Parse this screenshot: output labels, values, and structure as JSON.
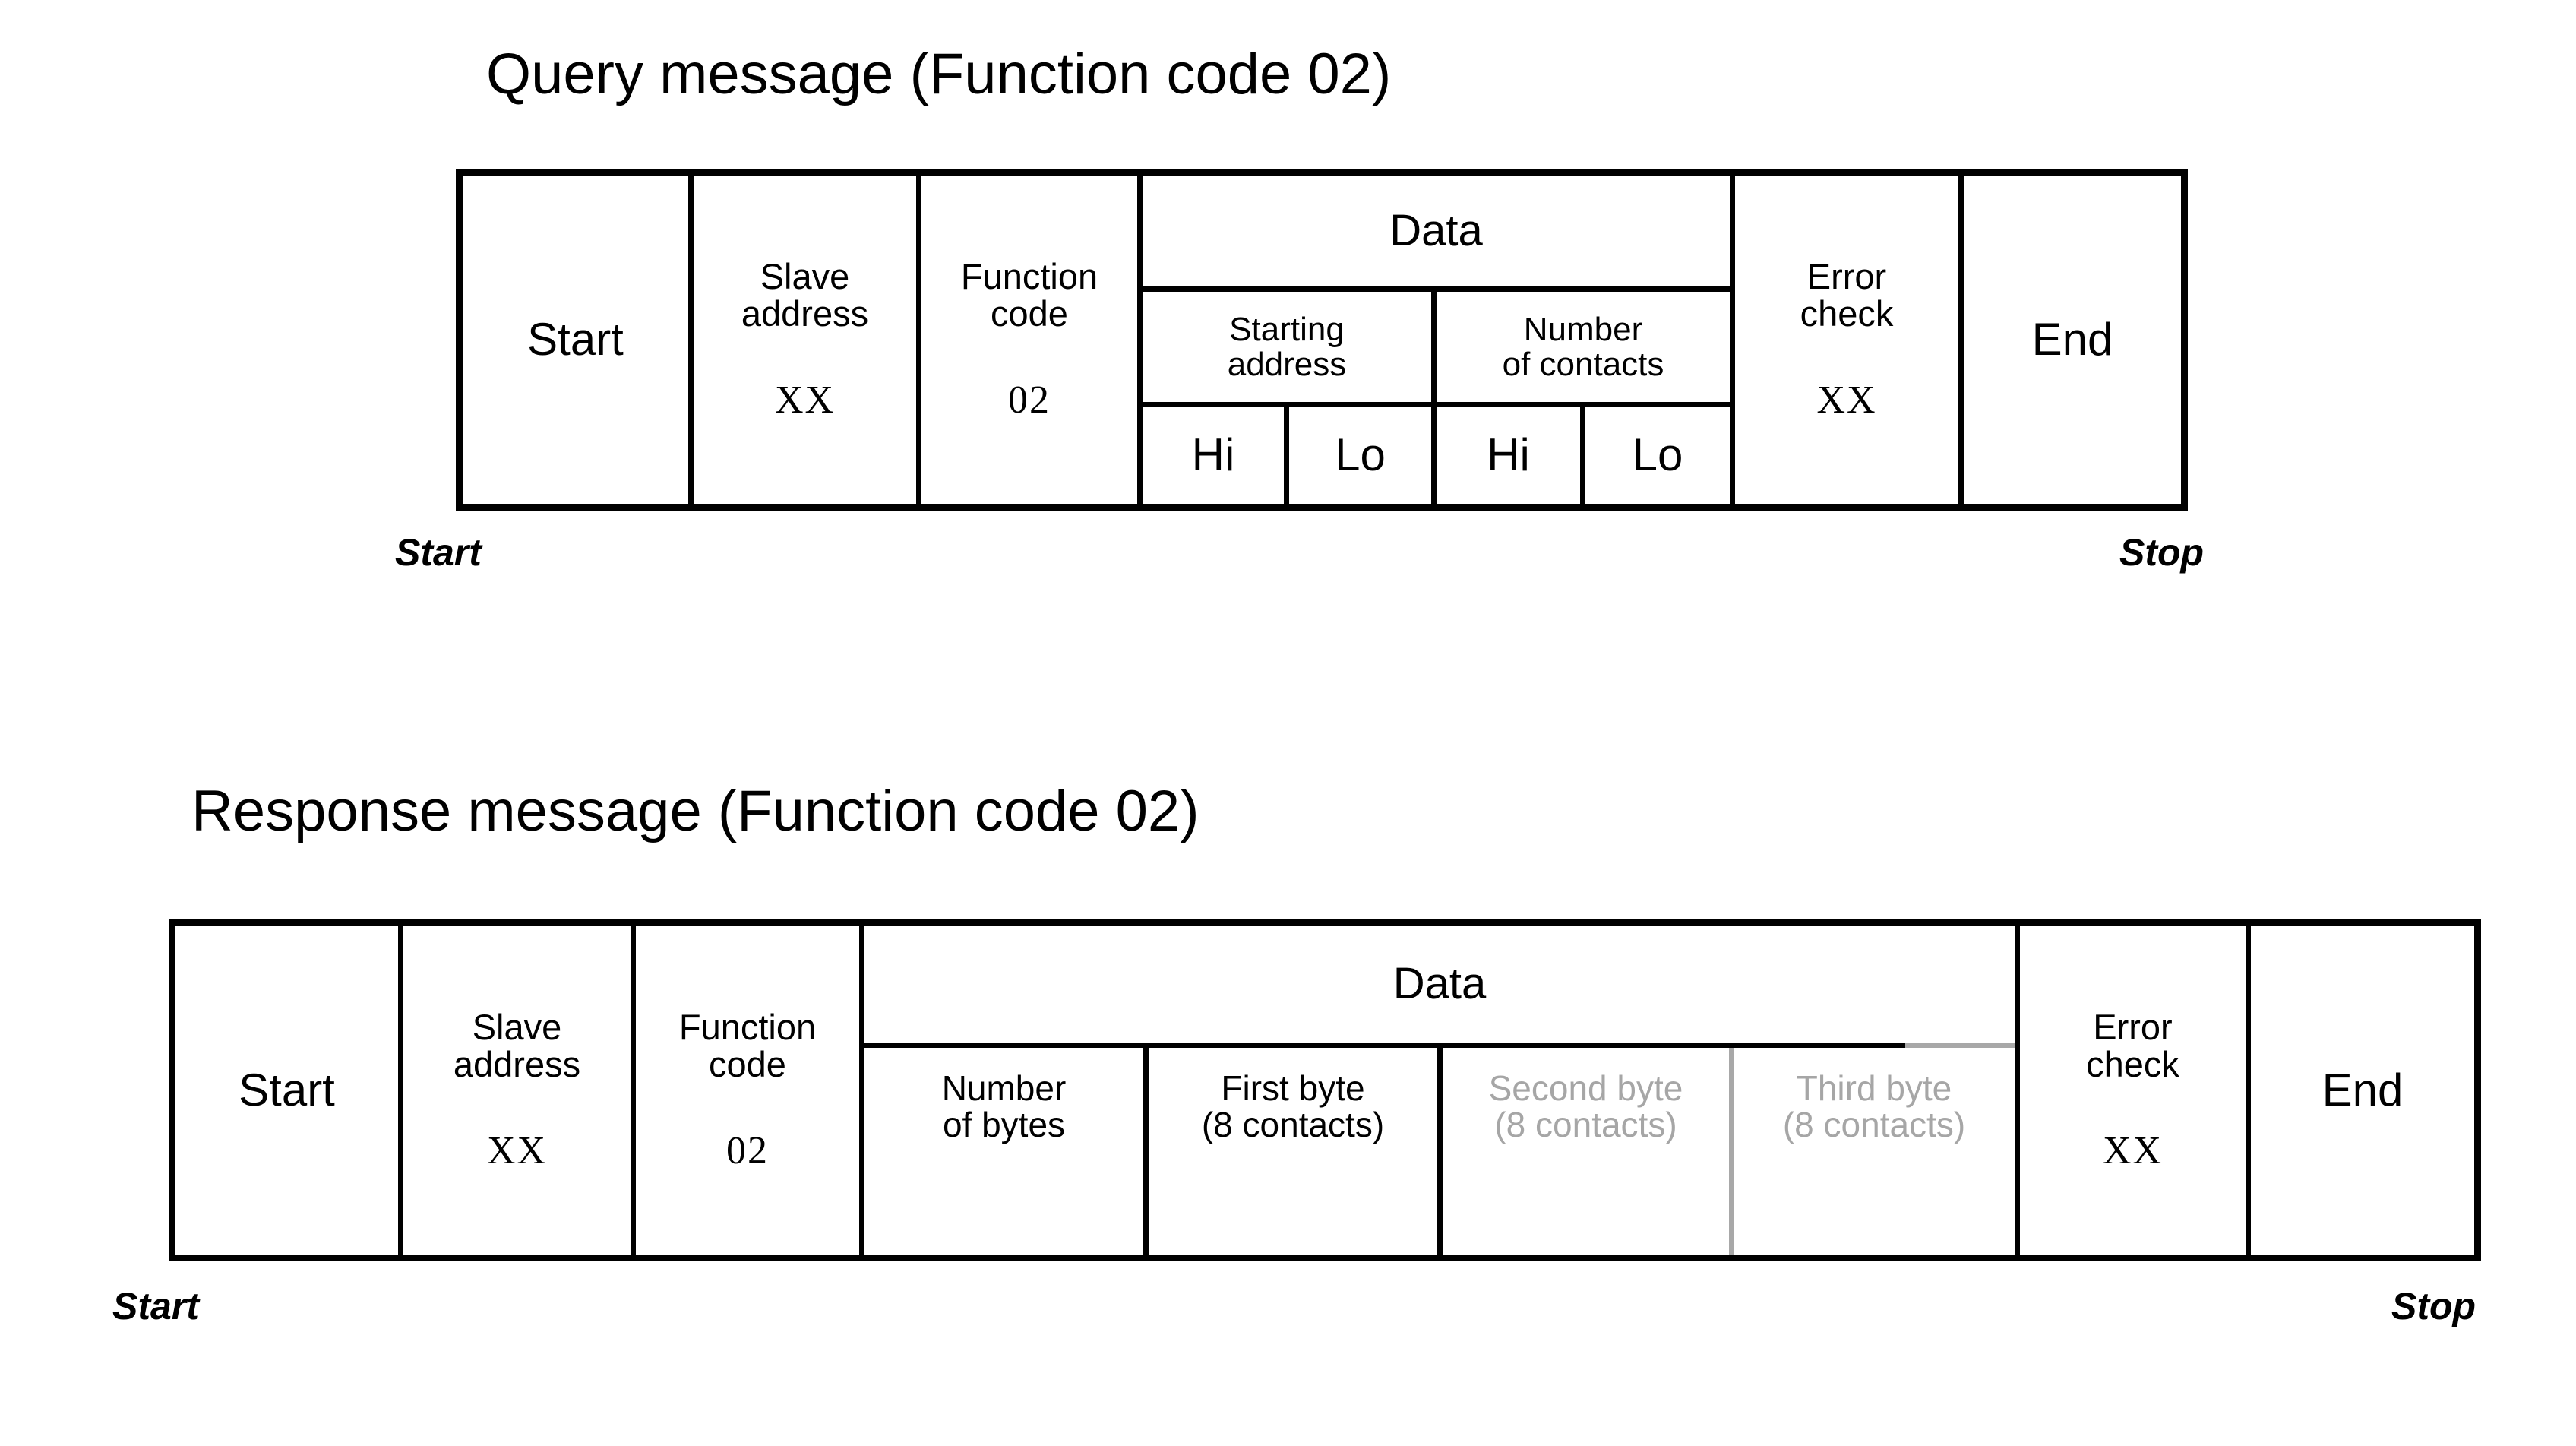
{
  "page": {
    "background": "#ffffff",
    "ink": "#000000",
    "muted_ink": "#a6a6a6"
  },
  "query_section": {
    "title": "Query message (Function code 02)",
    "start_caption": "Start",
    "stop_caption": "Stop",
    "fields": {
      "start": "Start",
      "slave_address_label": "Slave\naddress",
      "slave_address_line1": "Slave",
      "slave_address_line2": "address",
      "slave_address_value": "XX",
      "function_code_line1": "Function",
      "function_code_line2": "code",
      "function_code_value": "02",
      "data_header": "Data",
      "starting_address_line1": "Starting",
      "starting_address_line2": "address",
      "number_of_contacts_line1": "Number",
      "number_of_contacts_line2": "of contacts",
      "starting_address_hi": "Hi",
      "starting_address_lo": "Lo",
      "number_of_contacts_hi": "Hi",
      "number_of_contacts_lo": "Lo",
      "error_check_line1": "Error",
      "error_check_line2": "check",
      "error_check_value": "XX",
      "end": "End"
    }
  },
  "response_section": {
    "title": "Response message (Function code 02)",
    "start_caption": "Start",
    "stop_caption": "Stop",
    "fields": {
      "start": "Start",
      "slave_address_line1": "Slave",
      "slave_address_line2": "address",
      "slave_address_value": "XX",
      "function_code_line1": "Function",
      "function_code_line2": "code",
      "function_code_value": "02",
      "data_header": "Data",
      "number_of_bytes_line1": "Number",
      "number_of_bytes_line2": "of bytes",
      "first_byte_line1": "First byte",
      "first_byte_line2": "(8 contacts)",
      "second_byte_line1": "Second byte",
      "second_byte_line2": "(8 contacts)",
      "third_byte_line1": "Third byte",
      "third_byte_line2": "(8 contacts)",
      "error_check_line1": "Error",
      "error_check_line2": "check",
      "error_check_value": "XX",
      "end": "End"
    }
  }
}
